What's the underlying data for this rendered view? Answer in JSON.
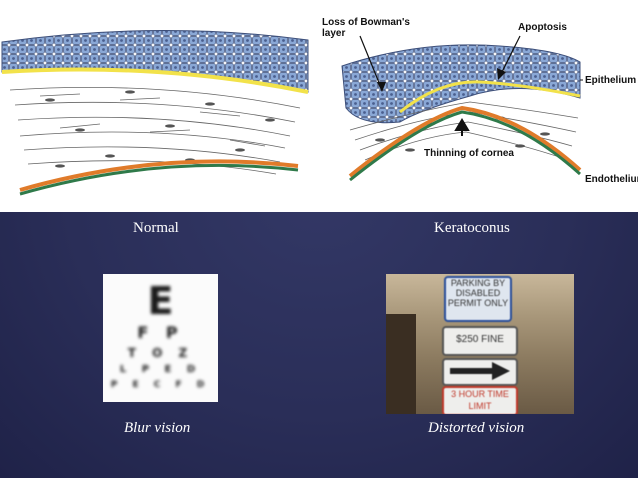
{
  "diagram": {
    "labels": {
      "loss_of_bowmans": "Loss of Bowman's layer",
      "apoptosis": "Apoptosis",
      "epithelium": "Epithelium",
      "thinning": "Thinning of cornea",
      "endothelium": "Endothelium"
    },
    "colors": {
      "epithelium_cells": "#8aa8d6",
      "bowman_layer": "#f2e24a",
      "endothelium_orange": "#e07b2a",
      "endothelium_green": "#2f7a4a"
    }
  },
  "captions": {
    "normal": "Normal",
    "keratoconus": "Keratoconus",
    "blur": "Blur vision",
    "distorted": "Distorted vision"
  },
  "eye_chart": {
    "rows": [
      "E",
      "F P",
      "T O Z",
      "L P E D",
      "P E C F D"
    ]
  },
  "signs": {
    "sign1": "PARKING BY DISABLED PERMIT ONLY",
    "sign2": "$250 FINE",
    "sign3": "",
    "sign4": "3 HOUR TIME LIMIT"
  },
  "theme": {
    "background": "#2a2e58",
    "caption_color": "#ffffff"
  }
}
